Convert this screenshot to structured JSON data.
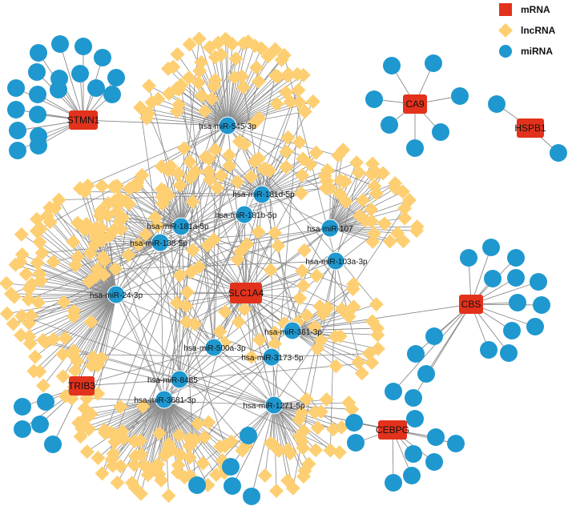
{
  "colors": {
    "mrna": "#e3321c",
    "lncrna": "#fdcf72",
    "mirna": "#1f98cf",
    "edge": "#8a8a8a",
    "mirna_edge": "#ffffff"
  },
  "legend": [
    {
      "key": "mrna",
      "label": "mRNA",
      "shape": "square"
    },
    {
      "key": "lncrna",
      "label": "lncRNA",
      "shape": "diamond"
    },
    {
      "key": "mirna",
      "label": "miRNA",
      "shape": "circle"
    }
  ],
  "hub_mrnas": [
    {
      "id": "stmn1",
      "label": "STMN1"
    },
    {
      "id": "ca9",
      "label": "CA9"
    },
    {
      "id": "hspb1",
      "label": "HSPB1"
    },
    {
      "id": "slc1a4",
      "label": "SLC1A4"
    },
    {
      "id": "cbs",
      "label": "CBS"
    },
    {
      "id": "trib3",
      "label": "TRIB3"
    },
    {
      "id": "cebpg",
      "label": "CEBPG"
    }
  ],
  "hub_mirnas": [
    {
      "id": "m545",
      "label": "hsa-miR-545-3p"
    },
    {
      "id": "m181d",
      "label": "hsa-miR-181d-5p"
    },
    {
      "id": "m181b",
      "label": "hsa-miR-181b-5p"
    },
    {
      "id": "m181a",
      "label": "hsa-miR-181a-5p"
    },
    {
      "id": "m138",
      "label": "hsa-miR-138-5p"
    },
    {
      "id": "m107",
      "label": "hsa-miR-107"
    },
    {
      "id": "m103a",
      "label": "hsa-miR-103a-3p"
    },
    {
      "id": "m24",
      "label": "hsa-miR-24-3p"
    },
    {
      "id": "m361",
      "label": "hsa-miR-361-3p"
    },
    {
      "id": "m500a",
      "label": "hsa-miR-500a-3p"
    },
    {
      "id": "m3173",
      "label": "hsa-miR-3173-5p"
    },
    {
      "id": "m8485",
      "label": "hsa-miR-8485"
    },
    {
      "id": "m3681",
      "label": "hsa-miR-3681-3p"
    },
    {
      "id": "m1271",
      "label": "hsa-miR-1271-5p"
    }
  ]
}
